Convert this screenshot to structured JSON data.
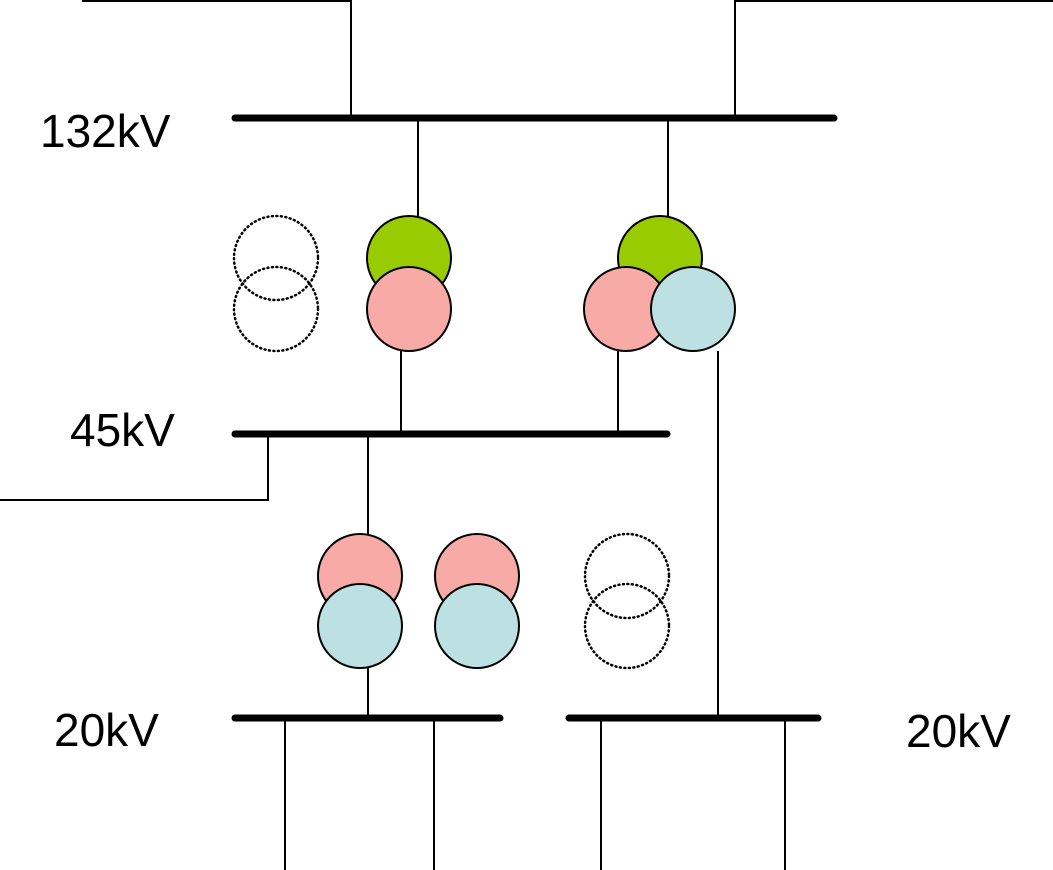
{
  "diagram": {
    "labels": {
      "bus_132": "132kV",
      "bus_45": "45kV",
      "bus_20_left": "20kV",
      "bus_20_right": "20kV"
    },
    "colors": {
      "winding_132kv": "#99cc00",
      "winding_45kv": "#f8aba6",
      "winding_20kv": "#bde0e3",
      "line": "#000000"
    },
    "transformers": [
      {
        "id": "t1",
        "type": "two-winding",
        "windings": [
          "45kV",
          "45kV"
        ],
        "status": "planned"
      },
      {
        "id": "t2",
        "type": "two-winding",
        "windings": [
          "132kV",
          "45kV"
        ],
        "status": "in-service"
      },
      {
        "id": "t3",
        "type": "three-winding",
        "windings": [
          "132kV",
          "45kV",
          "20kV"
        ],
        "status": "in-service"
      },
      {
        "id": "t4",
        "type": "two-winding",
        "windings": [
          "45kV",
          "20kV"
        ],
        "status": "in-service"
      },
      {
        "id": "t5",
        "type": "two-winding",
        "windings": [
          "45kV",
          "20kV"
        ],
        "status": "in-service"
      },
      {
        "id": "t6",
        "type": "two-winding",
        "windings": [
          "20kV",
          "20kV"
        ],
        "status": "planned"
      }
    ]
  }
}
